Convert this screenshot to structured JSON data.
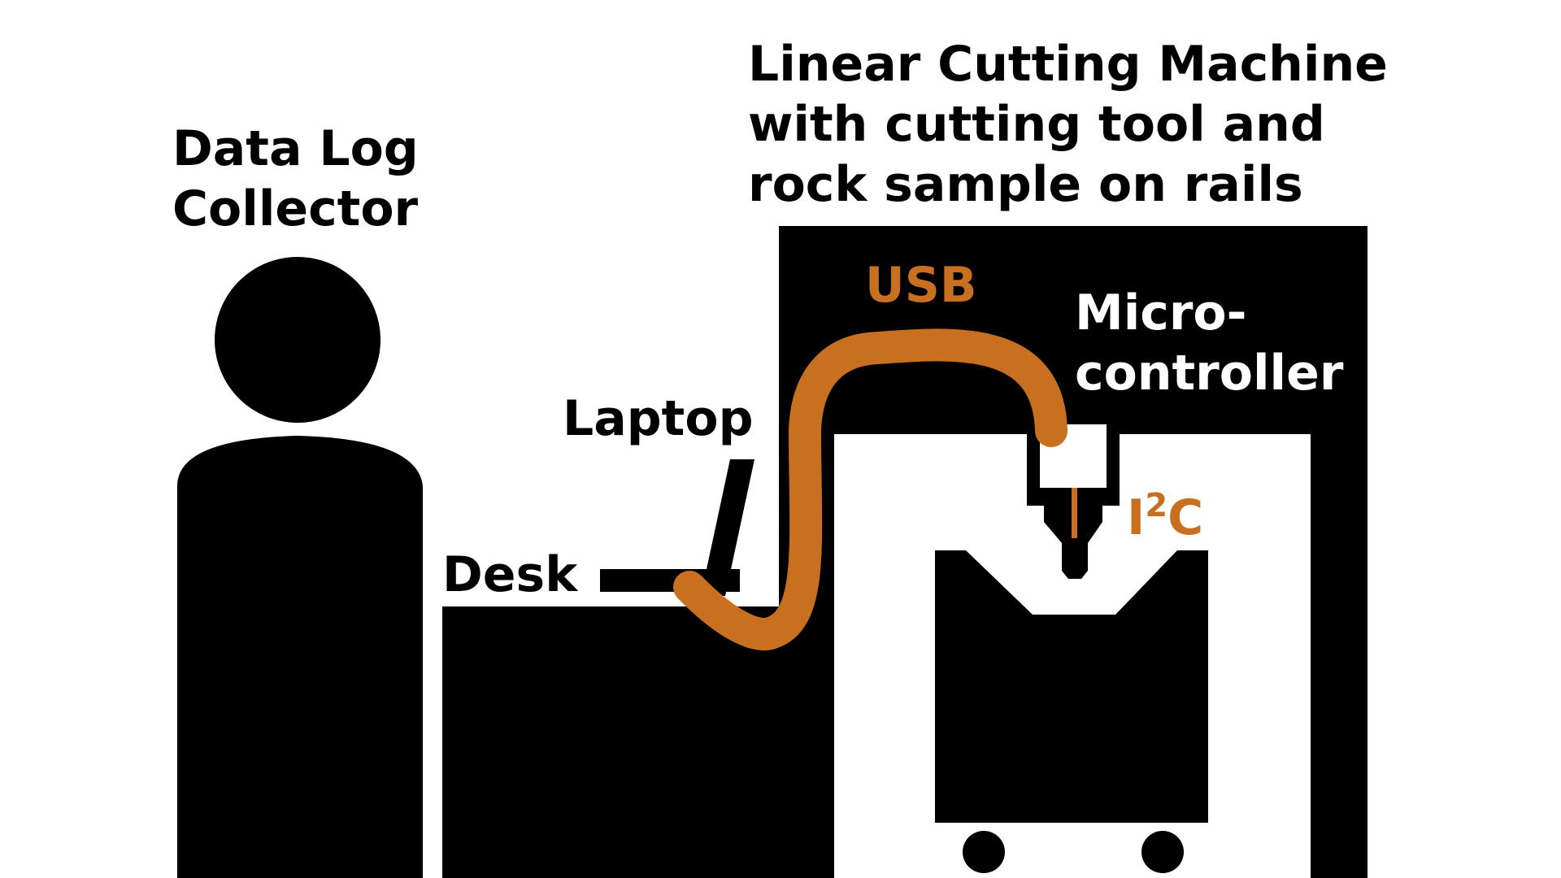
{
  "title": {
    "line1": "Linear Cutting Machine",
    "line2": "with cutting tool and",
    "line3": "rock sample on rails"
  },
  "person": {
    "line1": "Data Log",
    "line2": "Collector"
  },
  "laptop_label": "Laptop",
  "desk_label": "Desk",
  "microcontroller": {
    "line1": "Micro-",
    "line2": "controller"
  },
  "usb_label": "USB",
  "i2c_label": {
    "base": "I",
    "sup": "2",
    "tail": "C"
  },
  "colors": {
    "background": "#ffffff",
    "silhouette": "#000000",
    "cable": "#c87020"
  }
}
